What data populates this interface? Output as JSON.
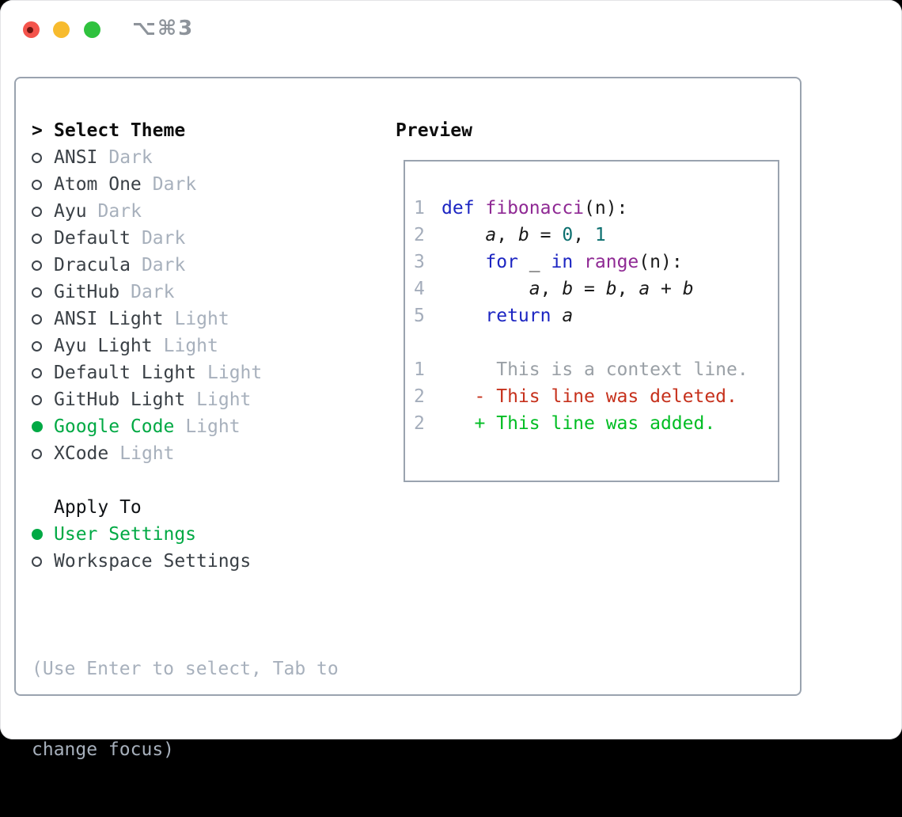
{
  "window": {
    "title": "⌥⌘3"
  },
  "colors": {
    "selection_green": "#00a944",
    "diff_add": "#00bd23",
    "diff_del": "#c6311c",
    "keyword_blue": "#1c25c2",
    "function_purple": "#8f2994",
    "number_teal": "#0c6f6f",
    "muted_gray": "#a7b0bc",
    "line_number_gray": "#a4adbb",
    "panel_border": "#9aa3af",
    "traffic_red": "#f4544c",
    "traffic_yellow": "#f7bb2e",
    "traffic_green": "#2fc23e"
  },
  "theme_list": {
    "cursor": ">",
    "heading": "Select Theme",
    "items": [
      {
        "name": "ANSI",
        "variant": "Dark",
        "selected": false
      },
      {
        "name": "Atom One",
        "variant": "Dark",
        "selected": false
      },
      {
        "name": "Ayu",
        "variant": "Dark",
        "selected": false
      },
      {
        "name": "Default",
        "variant": "Dark",
        "selected": false
      },
      {
        "name": "Dracula",
        "variant": "Dark",
        "selected": false
      },
      {
        "name": "GitHub",
        "variant": "Dark",
        "selected": false
      },
      {
        "name": "ANSI Light",
        "variant": "Light",
        "selected": false
      },
      {
        "name": "Ayu Light",
        "variant": "Light",
        "selected": false
      },
      {
        "name": "Default Light",
        "variant": "Light",
        "selected": false
      },
      {
        "name": "GitHub Light",
        "variant": "Light",
        "selected": false
      },
      {
        "name": "Google Code",
        "variant": "Light",
        "selected": true
      },
      {
        "name": "XCode",
        "variant": "Light",
        "selected": false
      }
    ]
  },
  "apply_to": {
    "heading": "Apply To",
    "options": [
      {
        "name": "User Settings",
        "selected": true
      },
      {
        "name": "Workspace Settings",
        "selected": false
      }
    ]
  },
  "help": {
    "line1": "(Use Enter to select, Tab to",
    "line2": "change focus)"
  },
  "preview": {
    "heading": "Preview",
    "lines": [
      {
        "num": "1",
        "tokens": [
          {
            "t": "def ",
            "c": "kw"
          },
          {
            "t": "fibonacci",
            "c": "fn"
          },
          {
            "t": "(n):",
            "c": "pl"
          }
        ]
      },
      {
        "num": "2",
        "tokens": [
          {
            "t": "    ",
            "c": "pl"
          },
          {
            "t": "a",
            "c": "var"
          },
          {
            "t": ", ",
            "c": "pl"
          },
          {
            "t": "b",
            "c": "var"
          },
          {
            "t": " = ",
            "c": "pl"
          },
          {
            "t": "0",
            "c": "num"
          },
          {
            "t": ", ",
            "c": "pl"
          },
          {
            "t": "1",
            "c": "num"
          }
        ]
      },
      {
        "num": "3",
        "tokens": [
          {
            "t": "    ",
            "c": "pl"
          },
          {
            "t": "for",
            "c": "kw"
          },
          {
            "t": " _ ",
            "c": "pl"
          },
          {
            "t": "in",
            "c": "kw"
          },
          {
            "t": " ",
            "c": "pl"
          },
          {
            "t": "range",
            "c": "fn"
          },
          {
            "t": "(n):",
            "c": "pl"
          }
        ]
      },
      {
        "num": "4",
        "tokens": [
          {
            "t": "        ",
            "c": "pl"
          },
          {
            "t": "a",
            "c": "var"
          },
          {
            "t": ", ",
            "c": "pl"
          },
          {
            "t": "b",
            "c": "var"
          },
          {
            "t": " = ",
            "c": "pl"
          },
          {
            "t": "b",
            "c": "var"
          },
          {
            "t": ", ",
            "c": "pl"
          },
          {
            "t": "a",
            "c": "var"
          },
          {
            "t": " + ",
            "c": "pl"
          },
          {
            "t": "b",
            "c": "var"
          }
        ]
      },
      {
        "num": "5",
        "tokens": [
          {
            "t": "    ",
            "c": "pl"
          },
          {
            "t": "return",
            "c": "kw"
          },
          {
            "t": " ",
            "c": "pl"
          },
          {
            "t": "a",
            "c": "var"
          }
        ]
      },
      {
        "num": "",
        "tokens": []
      },
      {
        "num": "1",
        "tokens": [
          {
            "t": "     This is a context line.",
            "c": "ctx"
          }
        ]
      },
      {
        "num": "2",
        "tokens": [
          {
            "t": "   - This line was deleted.",
            "c": "del"
          }
        ]
      },
      {
        "num": "2",
        "tokens": [
          {
            "t": "   + This line was added.",
            "c": "add"
          }
        ]
      }
    ]
  }
}
